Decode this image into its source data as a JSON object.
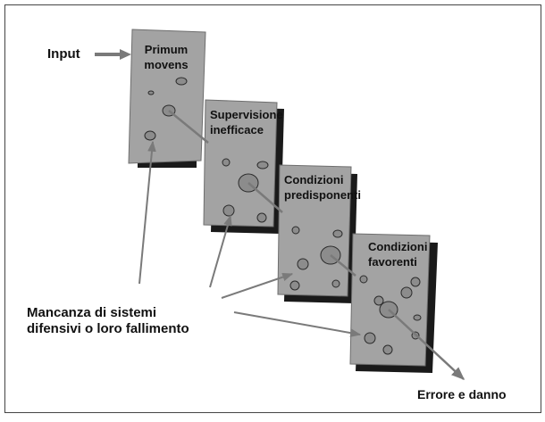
{
  "input_label": "Input",
  "slices": [
    {
      "id": "primum-movens",
      "lines": [
        "Primum",
        "movens"
      ]
    },
    {
      "id": "supervisione-inefficace",
      "lines": [
        "Supervisione",
        "inefficace"
      ]
    },
    {
      "id": "condizioni-predisponenti",
      "lines": [
        "Condizioni",
        "predisponenti"
      ]
    },
    {
      "id": "condizioni-favorenti",
      "lines": [
        "Condizioni",
        "favorenti"
      ]
    }
  ],
  "defenses_label": [
    "Mancanza di sistemi",
    "difensivi o loro fallimento"
  ],
  "output_label": "Errore e danno",
  "colors": {
    "slice_fill": "#a3a3a3",
    "slice_shadow": "#1a1a1a",
    "hole_fill": "#8c8c8c",
    "arrow": "#7a7a7a",
    "frame": "#444444"
  }
}
